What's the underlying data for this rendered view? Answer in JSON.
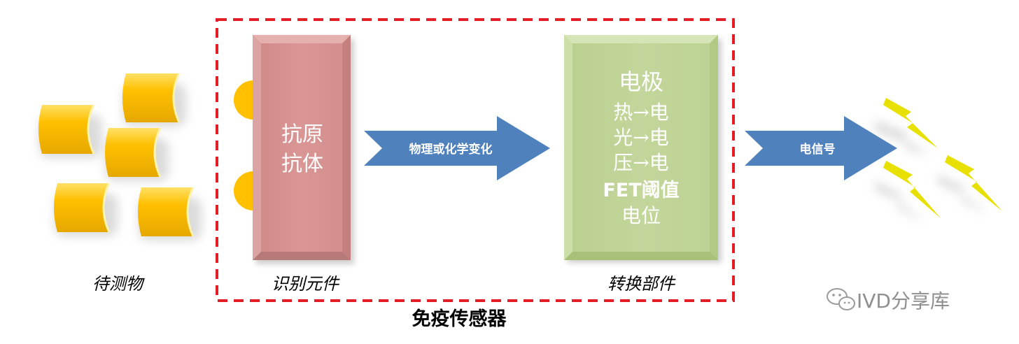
{
  "analyte": {
    "label": "待测物"
  },
  "recognition": {
    "box_lines": [
      "抗原",
      "抗体"
    ],
    "label": "识别元件"
  },
  "arrow1": {
    "label": "物理或化学变化"
  },
  "transducer": {
    "box_lines": [
      "电极",
      "热→电",
      "光→电",
      "压→电",
      "FET阈值",
      "电位"
    ],
    "label": "转换部件"
  },
  "arrow2": {
    "label": "电信号"
  },
  "sensor": {
    "label": "免疫传感器"
  },
  "watermark": {
    "text": "IVD分享库",
    "icon": "wechat-icon"
  },
  "colors": {
    "dashed_border": "#e41e26",
    "recognition_box": "#d99694",
    "transducer_box": "#c3d69b",
    "arrow": "#4f81bd",
    "analyte_gold": "#ffc000",
    "lightning": "#e8e000"
  }
}
